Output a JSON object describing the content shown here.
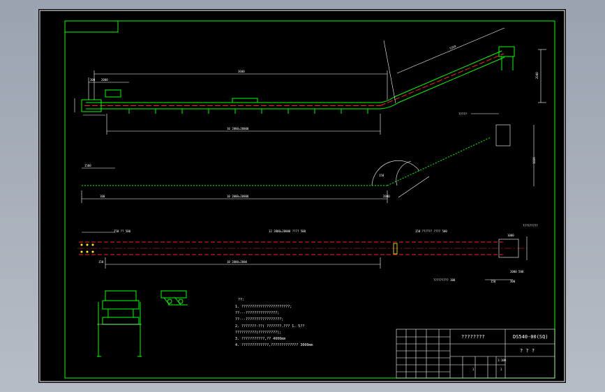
{
  "app": {
    "viewport_background": "#a9b0bb"
  },
  "colors": {
    "sheet": "#000000",
    "frame": "#ffffff",
    "border": "#00ff00",
    "conveyor": "#00ff00",
    "centerline": "#ff2020",
    "dimension": "#ffffff",
    "accent": "#ffff00",
    "text": "#ffffff"
  },
  "drawing": {
    "dims": {
      "top_total": "3600",
      "top_run": "10 2000=20000",
      "top_incline": "5350",
      "top_height": "2040",
      "top_small": [
        "300",
        "2000"
      ],
      "mid_run": "10 2000=20000",
      "mid_start": "100",
      "mid_end": "2000",
      "mid_small": "1500",
      "mid_left": "150",
      "mid_tail_note": "?????",
      "mid_right_h": "1020",
      "bot_run": "10 2000=2000",
      "bot_small": "150"
    },
    "notes_plan": {
      "left": "250 ?? 500",
      "center": "12 2000=20000 ???? 500",
      "right": "150 ?????? ???? 500",
      "far_right": "?????????",
      "low_right": "????????? 300",
      "end_dims": [
        "1000",
        "2000 500",
        "150",
        "300"
      ]
    },
    "tech_req": {
      "title": "??:",
      "lines": [
        "1. ???????????????????????;",
        "   ??---???????????????;",
        "   ??---?????????????????;",
        "2. ???????-??(    ???????.???      1. 5??",
        "   ??????????(?????????);",
        "3. ???????????,??          4000mm",
        "4. ?????????????,?????????????        3000mm"
      ]
    }
  },
  "title_block": {
    "company": "????????",
    "drawing_no": "DS540-00(SQ)",
    "name": "? ? ?",
    "scale": "1:100",
    "sheet": "1",
    "sheets": "1"
  }
}
